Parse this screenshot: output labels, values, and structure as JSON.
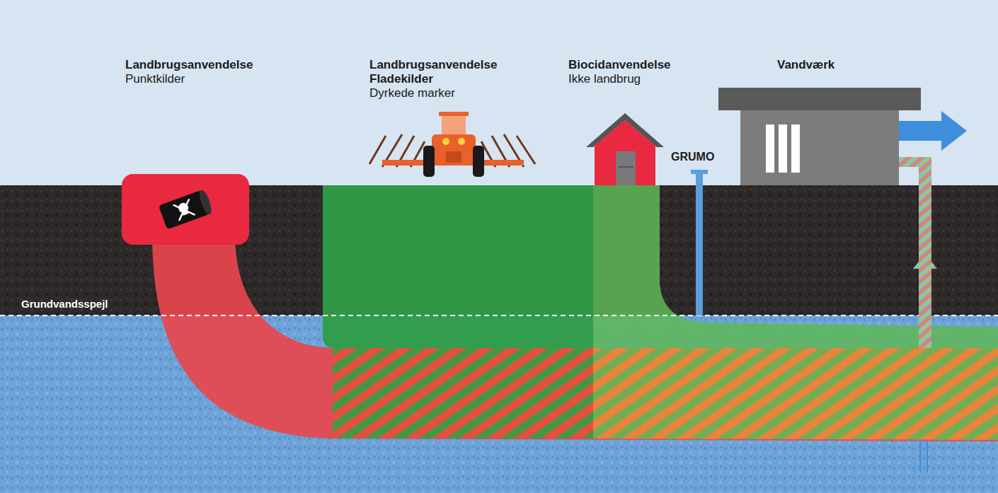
{
  "diagram": {
    "labels": [
      "Landbrugsanvendelse",
      "Punktkilder",
      "Landbrugsanvendelse",
      "Fladekilder",
      "Dyrkede marker",
      "Biocidanvendelse",
      "Ikke landbrug",
      "Vandværk",
      "GRUMO",
      "Grundvandsspejl"
    ]
  }
}
